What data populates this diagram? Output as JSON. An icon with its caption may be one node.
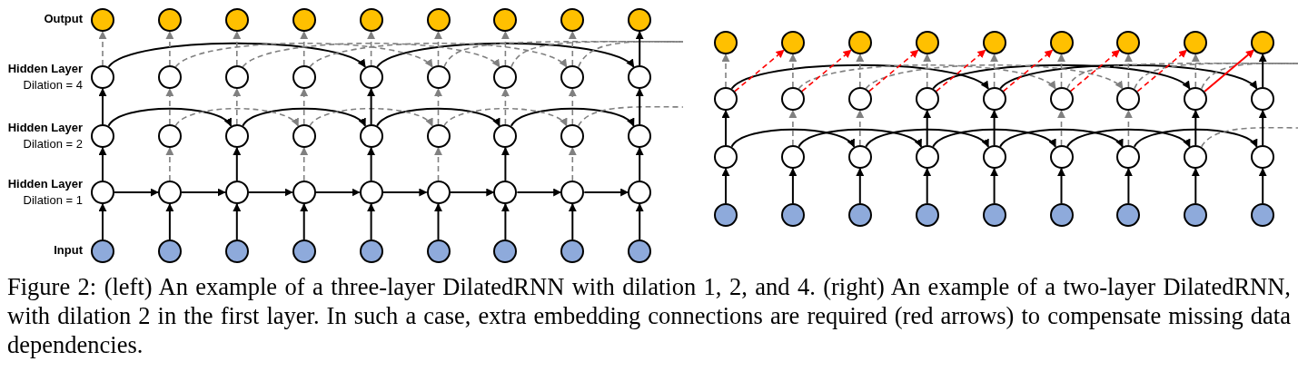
{
  "diagram": {
    "caption": "Figure 2: (left) An example of a three-layer DilatedRNN with dilation 1, 2, and 4. (right) An example of a two-layer DilatedRNN, with dilation 2 in the first layer. In such a case, extra embedding connections are required (red arrows) to compensate missing data dependencies.",
    "nodes": [
      {
        "text": [],
        "shape": "circle"
      },
      {
        "text": [],
        "shape": "circle"
      },
      {
        "text": [],
        "shape": "circle"
      },
      {
        "text": [],
        "shape": "circle"
      },
      {
        "text": [],
        "shape": "circle"
      },
      {
        "text": [],
        "shape": "circle"
      },
      {
        "text": [],
        "shape": "circle"
      },
      {
        "text": [],
        "shape": "circle"
      },
      {
        "text": [],
        "shape": "circle"
      },
      {
        "text": [],
        "shape": "circle"
      },
      {
        "text": [],
        "shape": "circle"
      },
      {
        "text": [],
        "shape": "circle"
      },
      {
        "text": [],
        "shape": "circle"
      },
      {
        "text": [],
        "shape": "circle"
      },
      {
        "text": [],
        "shape": "circle"
      },
      {
        "text": [],
        "shape": "circle"
      },
      {
        "text": [],
        "shape": "circle"
      },
      {
        "text": [],
        "shape": "circle"
      },
      {
        "text": [],
        "shape": "circle"
      },
      {
        "text": [],
        "shape": "circle"
      },
      {
        "text": [],
        "shape": "circle"
      },
      {
        "text": [],
        "shape": "circle"
      },
      {
        "text": [],
        "shape": "circle"
      },
      {
        "text": [],
        "shape": "circle"
      },
      {
        "text": [],
        "shape": "circle"
      },
      {
        "text": [],
        "shape": "circle"
      },
      {
        "text": [],
        "shape": "circle"
      },
      {
        "text": [],
        "shape": "circle"
      },
      {
        "text": [],
        "shape": "circle"
      },
      {
        "text": [],
        "shape": "circle"
      },
      {
        "text": [],
        "shape": "circle"
      },
      {
        "text": [],
        "shape": "circle"
      },
      {
        "text": [],
        "shape": "circle"
      },
      {
        "text": [],
        "shape": "circle"
      },
      {
        "text": [],
        "shape": "circle"
      },
      {
        "text": [],
        "shape": "circle"
      },
      {
        "text": [],
        "shape": "circle"
      },
      {
        "text": [],
        "shape": "circle"
      },
      {
        "text": [],
        "shape": "circle"
      },
      {
        "text": [],
        "shape": "circle"
      },
      {
        "text": [],
        "shape": "circle"
      },
      {
        "text": [],
        "shape": "circle"
      },
      {
        "text": [],
        "shape": "circle"
      },
      {
        "text": [],
        "shape": "circle"
      },
      {
        "text": [],
        "shape": "circle"
      },
      {
        "text": [],
        "shape": "circle"
      },
      {
        "text": [],
        "shape": "circle"
      },
      {
        "text": [],
        "shape": "circle"
      },
      {
        "text": [],
        "shape": "circle"
      },
      {
        "text": [],
        "shape": "circle"
      },
      {
        "text": [],
        "shape": "circle"
      },
      {
        "text": [],
        "shape": "circle"
      },
      {
        "text": [],
        "shape": "circle"
      },
      {
        "text": [],
        "shape": "circle"
      },
      {
        "text": [],
        "shape": "circle"
      },
      {
        "text": [],
        "shape": "circle"
      },
      {
        "text": [],
        "shape": "circle"
      },
      {
        "text": [],
        "shape": "circle"
      },
      {
        "text": [],
        "shape": "circle"
      },
      {
        "text": [],
        "shape": "circle"
      },
      {
        "text": [],
        "shape": "circle"
      },
      {
        "text": [],
        "shape": "circle"
      },
      {
        "text": [],
        "shape": "circle"
      },
      {
        "text": [],
        "shape": "circle"
      },
      {
        "text": [],
        "shape": "circle"
      },
      {
        "text": [],
        "shape": "circle"
      },
      {
        "text": [],
        "shape": "circle"
      },
      {
        "text": [],
        "shape": "circle"
      },
      {
        "text": [],
        "shape": "circle"
      },
      {
        "text": [],
        "shape": "circle"
      },
      {
        "text": [],
        "shape": "circle"
      },
      {
        "text": [],
        "shape": "circle"
      },
      {
        "text": [],
        "shape": "circle"
      },
      {
        "text": [],
        "shape": "circle"
      },
      {
        "text": [],
        "shape": "circle"
      },
      {
        "text": [],
        "shape": "circle"
      },
      {
        "text": [],
        "shape": "circle"
      },
      {
        "text": [],
        "shape": "circle"
      },
      {
        "text": [],
        "shape": "circle"
      },
      {
        "text": [],
        "shape": "circle"
      },
      {
        "text": [],
        "shape": "circle"
      }
    ],
    "edges": [
      {
        "from": 36,
        "to": 27,
        "arrow": "to"
      },
      {
        "from": 37,
        "to": 28,
        "arrow": "to"
      },
      {
        "from": 38,
        "to": 29,
        "arrow": "to"
      },
      {
        "from": 39,
        "to": 30,
        "arrow": "to"
      },
      {
        "from": 40,
        "to": 31,
        "arrow": "to"
      },
      {
        "from": 41,
        "to": 32,
        "arrow": "to"
      },
      {
        "from": 42,
        "to": 33,
        "arrow": "to"
      },
      {
        "from": 43,
        "to": 34,
        "arrow": "to"
      },
      {
        "from": 44,
        "to": 35,
        "arrow": "to"
      },
      {
        "from": 27,
        "to": 28,
        "arrow": "to"
      },
      {
        "from": 28,
        "to": 29,
        "arrow": "to"
      },
      {
        "from": 29,
        "to": 30,
        "arrow": "to"
      },
      {
        "from": 30,
        "to": 31,
        "arrow": "to"
      },
      {
        "from": 31,
        "to": 32,
        "arrow": "to"
      },
      {
        "from": 32,
        "to": 33,
        "arrow": "to"
      },
      {
        "from": 33,
        "to": 34,
        "arrow": "to"
      },
      {
        "from": 34,
        "to": 35,
        "arrow": "to"
      },
      {
        "from": 27,
        "to": 18,
        "arrow": "to"
      },
      {
        "from": 28,
        "to": 19,
        "arrow": "to",
        "style": "dashed",
        "color": "#808080"
      },
      {
        "from": 29,
        "to": 20,
        "arrow": "to"
      },
      {
        "from": 30,
        "to": 21,
        "arrow": "to",
        "style": "dashed",
        "color": "#808080"
      },
      {
        "from": 31,
        "to": 22,
        "arrow": "to"
      },
      {
        "from": 32,
        "to": 23,
        "arrow": "to",
        "style": "dashed",
        "color": "#808080"
      },
      {
        "from": 33,
        "to": 24,
        "arrow": "to"
      },
      {
        "from": 34,
        "to": 25,
        "arrow": "to",
        "style": "dashed",
        "color": "#808080"
      },
      {
        "from": 35,
        "to": 26,
        "arrow": "to"
      },
      {
        "from": 18,
        "to": 20,
        "arrow": "to"
      },
      {
        "from": 20,
        "to": 22,
        "arrow": "to"
      },
      {
        "from": 22,
        "to": 24,
        "arrow": "to"
      },
      {
        "from": 24,
        "to": 26,
        "arrow": "to"
      },
      {
        "from": 19,
        "to": 21,
        "arrow": "to",
        "style": "dashed",
        "color": "#808080"
      },
      {
        "from": 21,
        "to": 23,
        "arrow": "to",
        "style": "dashed",
        "color": "#808080"
      },
      {
        "from": 23,
        "to": 25,
        "arrow": "to",
        "style": "dashed",
        "color": "#808080"
      },
      {
        "from": 25,
        "to": null,
        "arrow": "none",
        "style": "dashed",
        "color": "#808080"
      },
      {
        "from": 18,
        "to": 9,
        "arrow": "to"
      },
      {
        "from": 19,
        "to": 10,
        "arrow": "to",
        "style": "dashed",
        "color": "#808080"
      },
      {
        "from": 20,
        "to": 11,
        "arrow": "to",
        "style": "dashed",
        "color": "#808080"
      },
      {
        "from": 21,
        "to": 12,
        "arrow": "to",
        "style": "dashed",
        "color": "#808080"
      },
      {
        "from": 22,
        "to": 13,
        "arrow": "to"
      },
      {
        "from": 23,
        "to": 14,
        "arrow": "to",
        "style": "dashed",
        "color": "#808080"
      },
      {
        "from": 24,
        "to": 15,
        "arrow": "to",
        "style": "dashed",
        "color": "#808080"
      },
      {
        "from": 25,
        "to": 16,
        "arrow": "to",
        "style": "dashed",
        "color": "#808080"
      },
      {
        "from": 26,
        "to": 17,
        "arrow": "to"
      },
      {
        "from": 9,
        "to": 13,
        "arrow": "to"
      },
      {
        "from": 13,
        "to": 17,
        "arrow": "to"
      },
      {
        "from": 10,
        "to": 14,
        "arrow": "to",
        "style": "dashed",
        "color": "#808080"
      },
      {
        "from": 11,
        "to": 15,
        "arrow": "to",
        "style": "dashed",
        "color": "#808080"
      },
      {
        "from": 12,
        "to": 16,
        "arrow": "to",
        "style": "dashed",
        "color": "#808080"
      },
      {
        "from": 14,
        "to": null,
        "arrow": "none",
        "style": "dashed",
        "color": "#808080"
      },
      {
        "from": 15,
        "to": null,
        "arrow": "none",
        "style": "dashed",
        "color": "#808080"
      },
      {
        "from": 16,
        "to": null,
        "arrow": "none",
        "style": "dashed",
        "color": "#808080"
      },
      {
        "from": 9,
        "to": 0,
        "arrow": "to",
        "style": "dashed",
        "color": "#808080"
      },
      {
        "from": 10,
        "to": 1,
        "arrow": "to",
        "style": "dashed",
        "color": "#808080"
      },
      {
        "from": 11,
        "to": 2,
        "arrow": "to",
        "style": "dashed",
        "color": "#808080"
      },
      {
        "from": 12,
        "to": 3,
        "arrow": "to",
        "style": "dashed",
        "color": "#808080"
      },
      {
        "from": 13,
        "to": 4,
        "arrow": "to",
        "style": "dashed",
        "color": "#808080"
      },
      {
        "from": 14,
        "to": 5,
        "arrow": "to",
        "style": "dashed",
        "color": "#808080"
      },
      {
        "from": 15,
        "to": 6,
        "arrow": "to",
        "style": "dashed",
        "color": "#808080"
      },
      {
        "from": 16,
        "to": 7,
        "arrow": "to",
        "style": "dashed",
        "color": "#808080"
      },
      {
        "from": 17,
        "to": 8,
        "arrow": "to"
      },
      {
        "from": 72,
        "to": 63,
        "arrow": "to"
      },
      {
        "from": 73,
        "to": 64,
        "arrow": "to"
      },
      {
        "from": 74,
        "to": 65,
        "arrow": "to"
      },
      {
        "from": 75,
        "to": 66,
        "arrow": "to"
      },
      {
        "from": 76,
        "to": 67,
        "arrow": "to"
      },
      {
        "from": 77,
        "to": 68,
        "arrow": "to"
      },
      {
        "from": 78,
        "to": 69,
        "arrow": "to"
      },
      {
        "from": 79,
        "to": 70,
        "arrow": "to"
      },
      {
        "from": 80,
        "to": 71,
        "arrow": "to"
      },
      {
        "from": 63,
        "to": 65,
        "arrow": "to"
      },
      {
        "from": 64,
        "to": 66,
        "arrow": "to"
      },
      {
        "from": 65,
        "to": 67,
        "arrow": "to"
      },
      {
        "from": 66,
        "to": 68,
        "arrow": "to"
      },
      {
        "from": 67,
        "to": 69,
        "arrow": "to"
      },
      {
        "from": 68,
        "to": 70,
        "arrow": "to"
      },
      {
        "from": 69,
        "to": 71,
        "arrow": "to"
      },
      {
        "from": 70,
        "to": null,
        "arrow": "none",
        "style": "dashed",
        "color": "#808080"
      },
      {
        "from": 63,
        "to": 54,
        "arrow": "to"
      },
      {
        "from": 64,
        "to": 55,
        "arrow": "to",
        "style": "dashed",
        "color": "#808080"
      },
      {
        "from": 65,
        "to": 56,
        "arrow": "to",
        "style": "dashed",
        "color": "#808080"
      },
      {
        "from": 66,
        "to": 57,
        "arrow": "to"
      },
      {
        "from": 67,
        "to": 58,
        "arrow": "to"
      },
      {
        "from": 68,
        "to": 59,
        "arrow": "to",
        "style": "dashed",
        "color": "#808080"
      },
      {
        "from": 69,
        "to": 60,
        "arrow": "to",
        "style": "dashed",
        "color": "#808080"
      },
      {
        "from": 70,
        "to": 61,
        "arrow": "to"
      },
      {
        "from": 71,
        "to": 62,
        "arrow": "to"
      },
      {
        "from": 54,
        "to": 58,
        "arrow": "to"
      },
      {
        "from": 57,
        "to": 61,
        "arrow": "to"
      },
      {
        "from": 58,
        "to": 62,
        "arrow": "to"
      },
      {
        "from": 55,
        "to": 59,
        "arrow": "to",
        "style": "dashed",
        "color": "#808080"
      },
      {
        "from": 56,
        "to": 60,
        "arrow": "to",
        "style": "dashed",
        "color": "#808080"
      },
      {
        "from": 59,
        "to": null,
        "arrow": "none",
        "style": "dashed",
        "color": "#808080"
      },
      {
        "from": 60,
        "to": null,
        "arrow": "none",
        "style": "dashed",
        "color": "#808080"
      },
      {
        "from": 61,
        "to": null,
        "arrow": "none",
        "style": "dashed",
        "color": "#808080"
      },
      {
        "from": 54,
        "to": 45,
        "arrow": "to",
        "style": "dashed",
        "color": "#808080"
      },
      {
        "from": 55,
        "to": 46,
        "arrow": "to",
        "style": "dashed",
        "color": "#808080"
      },
      {
        "from": 56,
        "to": 47,
        "arrow": "to",
        "style": "dashed",
        "color": "#808080"
      },
      {
        "from": 57,
        "to": 48,
        "arrow": "to",
        "style": "dashed",
        "color": "#808080"
      },
      {
        "from": 58,
        "to": 49,
        "arrow": "to",
        "style": "dashed",
        "color": "#808080"
      },
      {
        "from": 59,
        "to": 50,
        "arrow": "to",
        "style": "dashed",
        "color": "#808080"
      },
      {
        "from": 60,
        "to": 51,
        "arrow": "to",
        "style": "dashed",
        "color": "#808080"
      },
      {
        "from": 61,
        "to": 52,
        "arrow": "to",
        "style": "dashed",
        "color": "#808080"
      },
      {
        "from": 62,
        "to": 53,
        "arrow": "to"
      },
      {
        "from": 54,
        "to": 46,
        "arrow": "to",
        "style": "dashed",
        "color": "#ff0000"
      },
      {
        "from": 55,
        "to": 47,
        "arrow": "to",
        "style": "dashed",
        "color": "#ff0000"
      },
      {
        "from": 56,
        "to": 48,
        "arrow": "to",
        "style": "dashed",
        "color": "#ff0000"
      },
      {
        "from": 57,
        "to": 49,
        "arrow": "to",
        "style": "dashed",
        "color": "#ff0000"
      },
      {
        "from": 58,
        "to": 50,
        "arrow": "to",
        "style": "dashed",
        "color": "#ff0000"
      },
      {
        "from": 59,
        "to": 51,
        "arrow": "to",
        "style": "dashed",
        "color": "#ff0000"
      },
      {
        "from": 60,
        "to": 52,
        "arrow": "to",
        "style": "dashed",
        "color": "#ff0000"
      },
      {
        "from": 61,
        "to": 53,
        "arrow": "to",
        "color": "#ff0000"
      }
    ],
    "labels": [
      "Output",
      "Hidden Layer",
      "Dilation = 4",
      "Hidden Layer",
      "Dilation = 2",
      "Hidden Layer",
      "Dilation = 1",
      "Input"
    ]
  }
}
